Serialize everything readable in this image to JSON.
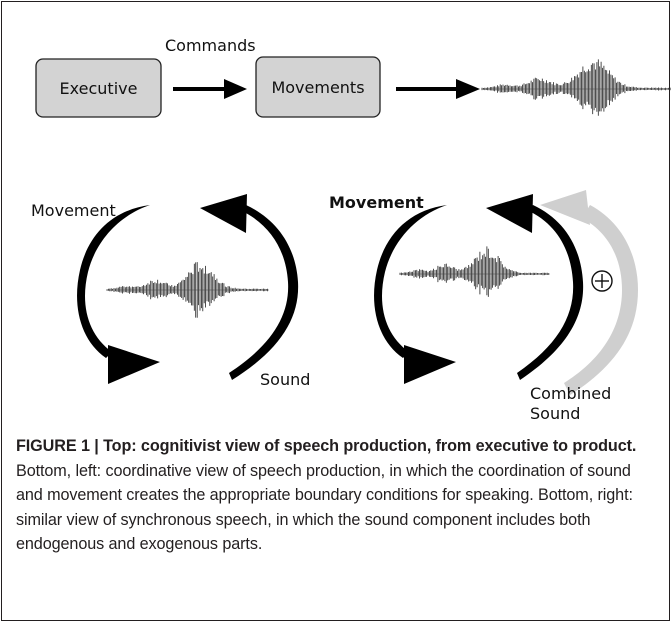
{
  "diagram": {
    "top": {
      "label_commands": "Commands",
      "box_executive": "Executive",
      "box_movements": "Movements"
    },
    "bottom_left": {
      "label_movement": "Movement",
      "label_sound": "Sound"
    },
    "bottom_right": {
      "label_movement": "Movement",
      "label_combined": "Combined",
      "label_sound": "Sound",
      "plus_symbol": "+"
    },
    "colors": {
      "box_fill": "#d3d3d3",
      "stroke": "#111111",
      "gray_arrow": "#cfcfcf"
    }
  },
  "caption": {
    "lead": "FIGURE 1 | Top: cognitivist view of speech production, from executive to product.",
    "body": " Bottom, left: coordinative view of speech production, in which the coordination of sound and movement creates the appropriate boundary conditions for speaking. Bottom, right: similar view of synchronous speech, in which the sound component includes both endogenous and exogenous parts."
  }
}
